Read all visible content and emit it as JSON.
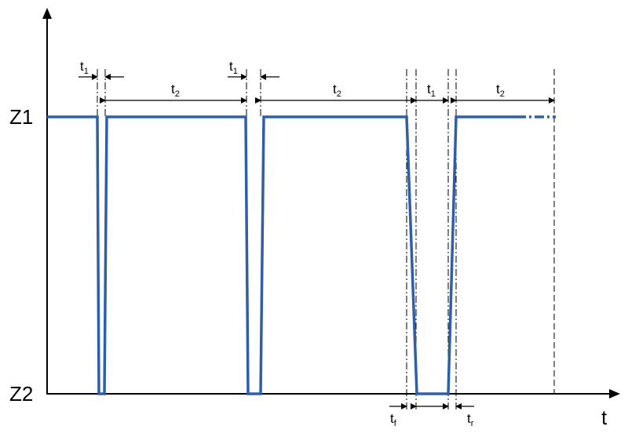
{
  "labels": {
    "level_high": "Z1",
    "level_low": "Z2",
    "time_axis": "t"
  },
  "intervals": {
    "t1": {
      "main": "t",
      "sub": "1"
    },
    "t2": {
      "main": "t",
      "sub": "2"
    },
    "tf": {
      "main": "t",
      "sub": "f"
    },
    "tr": {
      "main": "t",
      "sub": "r"
    }
  },
  "colors": {
    "signal": "#2e5fa8",
    "axis": "#000000"
  }
}
